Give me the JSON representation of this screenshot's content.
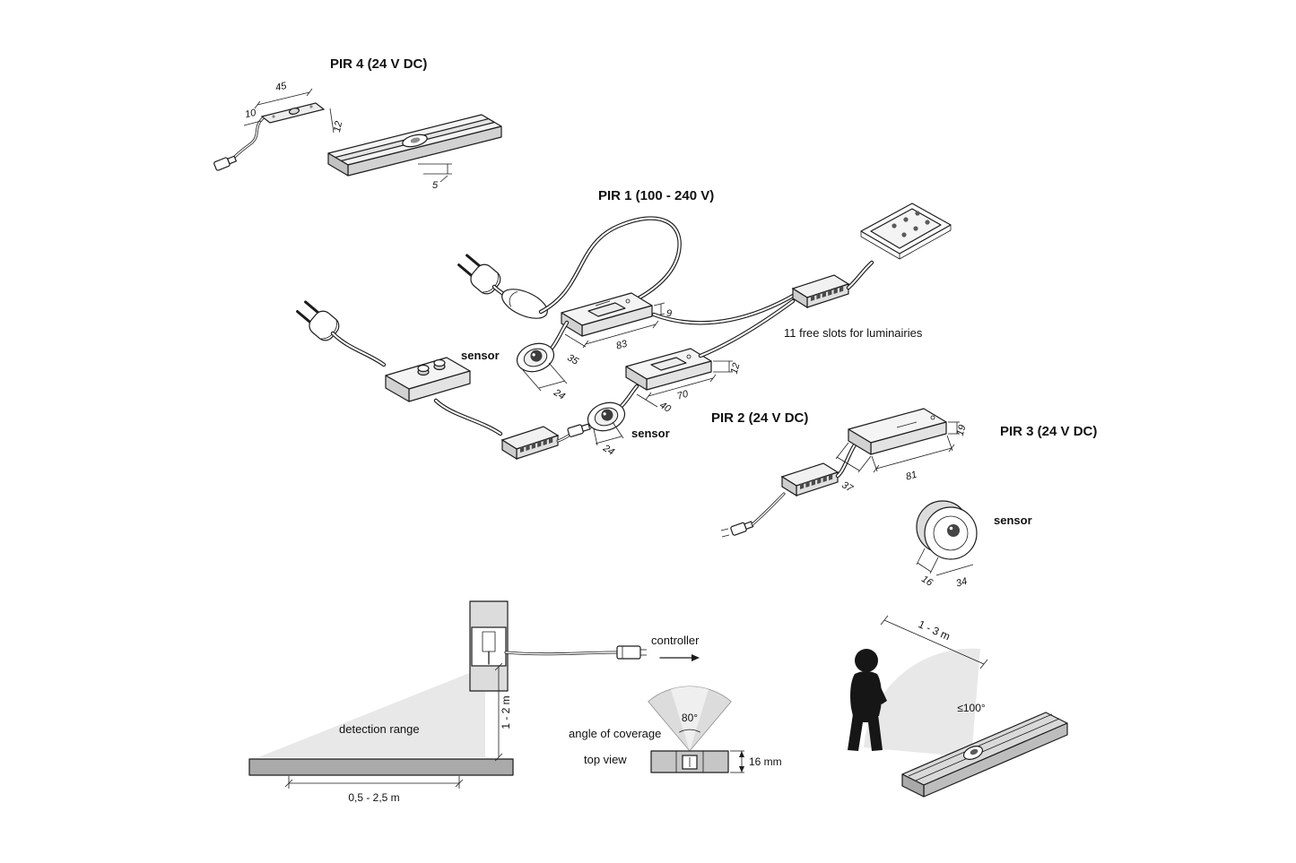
{
  "titles": {
    "pir1": "PIR 1 (100 - 240 V)",
    "pir2": "PIR 2 (24 V DC)",
    "pir3": "PIR 3 (24 V DC)",
    "pir4": "PIR 4 (24 V DC)"
  },
  "labels": {
    "sensor_pir1": "sensor",
    "sensor_pir2": "sensor",
    "sensor_pir3": "sensor",
    "free_slots": "11 free slots for luminairies",
    "detection_range": "detection range",
    "controller": "controller",
    "angle_of_coverage": "angle of coverage",
    "top_view": "top view"
  },
  "dimensions": {
    "pir4_length": "45",
    "pir4_width": "10",
    "pir4_height": "12",
    "pir4_recess": "5",
    "pir1_width": "35",
    "pir1_length": "83",
    "pir1_height": "9",
    "pir1_sensor": "24",
    "pir2_width": "40",
    "pir2_length": "70",
    "pir2_height": "12",
    "pir2_sensor": "24",
    "pir3_length": "81",
    "pir3_width": "37",
    "pir3_height": "19",
    "pir3_sensor_height": "16",
    "pir3_sensor_dia": "34",
    "mount_height": "1 - 2 m",
    "detection_width": "0,5 - 2,5 m",
    "coverage_angle": "80°",
    "profile_width": "16 mm",
    "install_range": "1 - 3 m",
    "beam_angle": "≤100°"
  }
}
